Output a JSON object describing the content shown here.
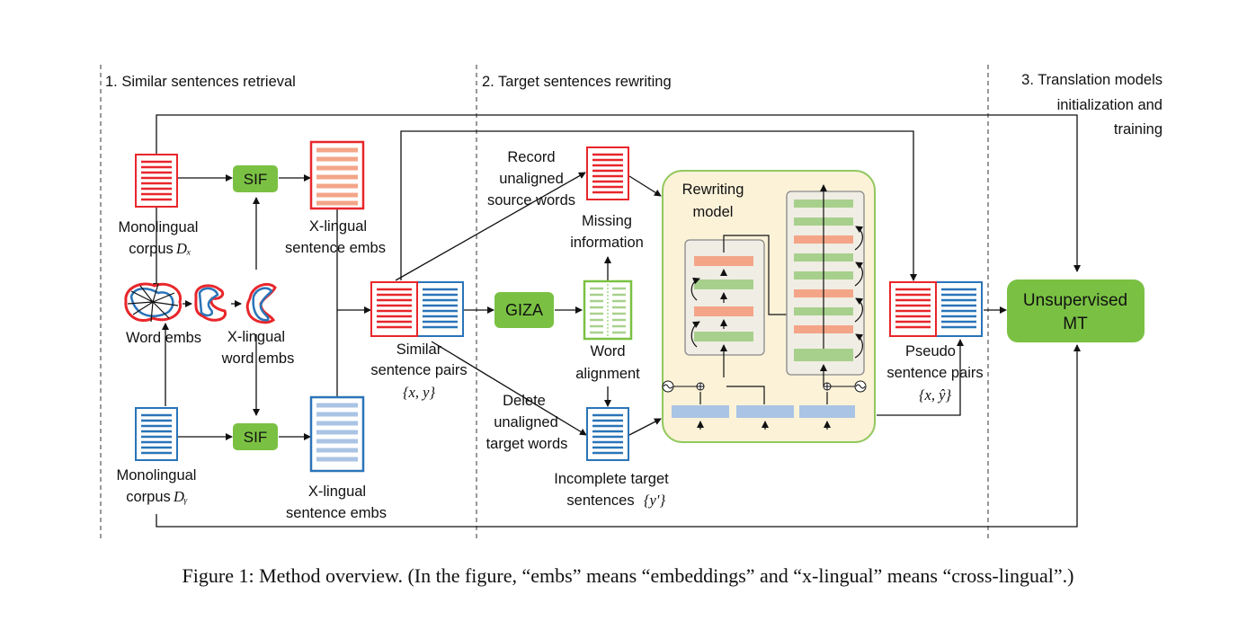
{
  "stages": {
    "s1": "1. Similar sentences retrieval",
    "s2": "2. Target sentences rewriting",
    "s3_l1": "3. Translation models",
    "s3_l2": "initialization and",
    "s3_l3": "training"
  },
  "boxes": {
    "sif": "SIF",
    "giza": "GIZA",
    "umt_l1": "Unsupervised",
    "umt_l2": "MT"
  },
  "labels": {
    "mono_x_l1": "Monolingual",
    "mono_x_l2": "corpus",
    "mono_x_var": "Dₓ",
    "mono_y_l1": "Monolingual",
    "mono_y_l2": "corpus",
    "mono_y_var": "Dᵧ",
    "word_embs": "Word embs",
    "xling_word_l1": "X-lingual",
    "xling_word_l2": "word embs",
    "xling_sent_top_l1": "X-lingual",
    "xling_sent_top_l2": "sentence embs",
    "xling_sent_bot_l1": "X-lingual",
    "xling_sent_bot_l2": "sentence embs",
    "similar_l1": "Similar",
    "similar_l2": "sentence pairs",
    "similar_var": "{x, y}",
    "record_l1": "Record",
    "record_l2": "unaligned",
    "record_l3": "source words",
    "missing_l1": "Missing",
    "missing_l2": "information",
    "wordalign_l1": "Word",
    "wordalign_l2": "alignment",
    "delete_l1": "Delete",
    "delete_l2": "unaligned",
    "delete_l3": "target words",
    "incomplete_l1": "Incomplete target",
    "incomplete_l2": "sentences",
    "incomplete_var": "{y′}",
    "rewriting_l1": "Rewriting",
    "rewriting_l2": "model",
    "pseudo_l1": "Pseudo",
    "pseudo_l2": "sentence pairs",
    "pseudo_var": "{x, ŷ}"
  },
  "caption": "Figure 1: Method overview. (In the figure, “embs” means “embeddings” and “x-lingual” means “cross-lingual”.)",
  "colors": {
    "red": "#e8262b",
    "blue": "#2a74b8",
    "salmon": "#f4a588",
    "lightblue": "#a9c4e4",
    "green": "#7ac143",
    "paleGreen": "#a8d08d",
    "rewriteFill": "#fcf2d8",
    "rewriteBorder": "#92c85f"
  }
}
